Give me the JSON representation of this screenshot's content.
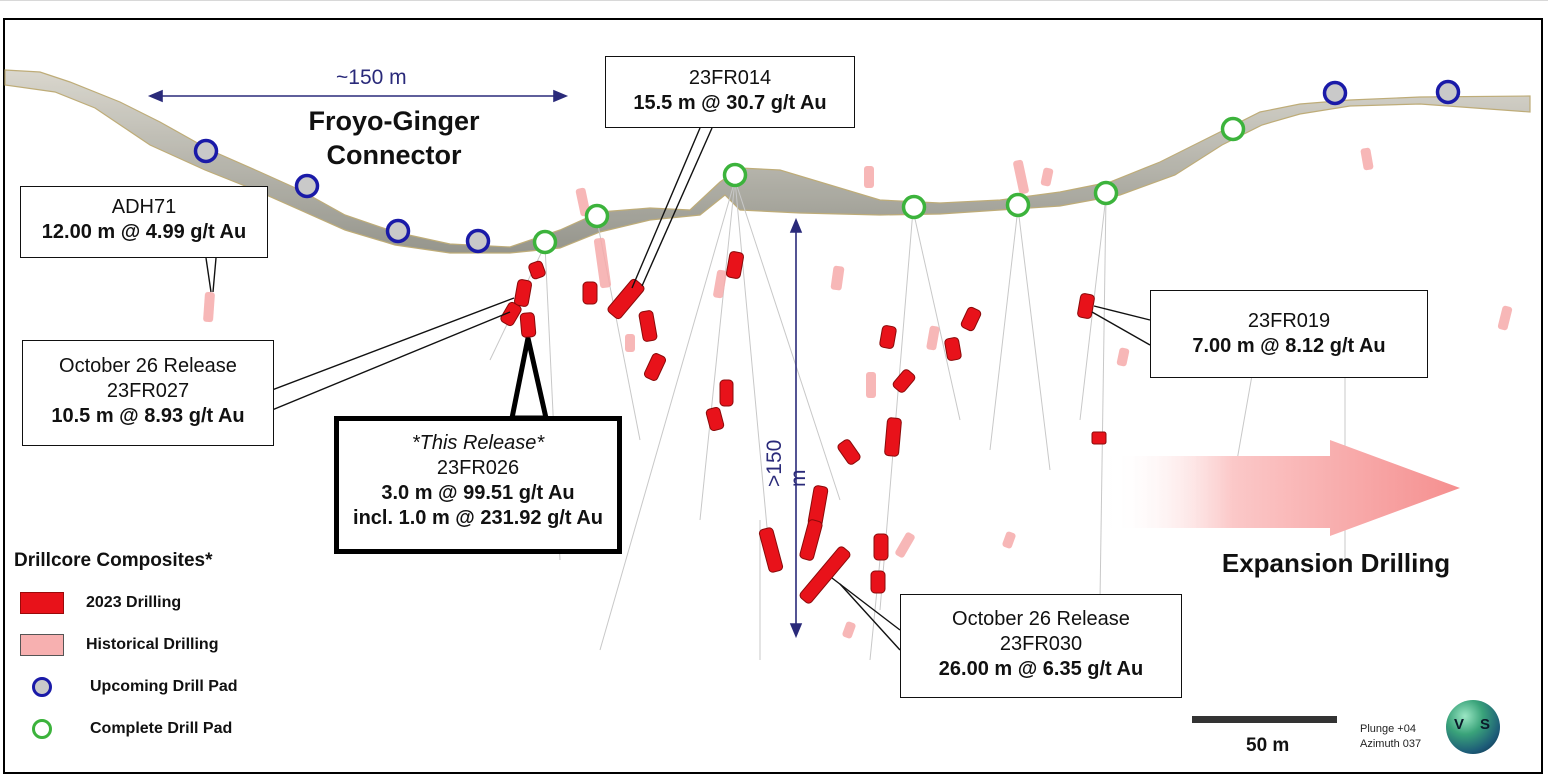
{
  "labels": {
    "dim_horizontal": "~150 m",
    "dim_vertical": ">150 m",
    "connector_title_line1": "Froyo-Ginger",
    "connector_title_line2": "Connector",
    "expansion": "Expansion Drilling",
    "scale_bar": "50 m",
    "plunge": "Plunge +04",
    "azimuth": "Azimuth 037",
    "logo_left": "V",
    "logo_right": "S"
  },
  "callouts": {
    "adh71": {
      "id": "ADH71",
      "line1": "12.00 m @ 4.99 g/t Au"
    },
    "fr014": {
      "id": "23FR014",
      "line1": "15.5 m @ 30.7 g/t Au"
    },
    "fr027": {
      "release": "October 26 Release",
      "id": "23FR027",
      "line1": "10.5 m @ 8.93 g/t Au"
    },
    "fr026": {
      "release": "*This Release*",
      "id": "23FR026",
      "line1": "3.0 m @ 99.51 g/t Au",
      "line2": "incl. 1.0 m @ 231.92 g/t Au"
    },
    "fr019": {
      "id": "23FR019",
      "line1": "7.00 m  @ 8.12 g/t Au"
    },
    "fr030": {
      "release": "October 26 Release",
      "id": "23FR030",
      "line1": "26.00 m @ 6.35 g/t Au"
    }
  },
  "legend": {
    "title": "Drillcore Composites*",
    "items": [
      {
        "label": "2023 Drilling",
        "kind": "swatch",
        "color": "#e8121a"
      },
      {
        "label": "Historical Drilling",
        "kind": "swatch",
        "color": "#f7b0b0"
      },
      {
        "label": "Upcoming Drill Pad",
        "kind": "circle",
        "color": "#1a1aa8"
      },
      {
        "label": "Complete Drill Pad",
        "kind": "circle",
        "color": "#3cb33c"
      }
    ]
  },
  "colors": {
    "drill_2023": "#e8121a",
    "drill_historical": "#f6aaaa",
    "upcoming_pad": "#1a1aa8",
    "complete_pad": "#3cb33c",
    "dimension": "#2a2a7a"
  }
}
